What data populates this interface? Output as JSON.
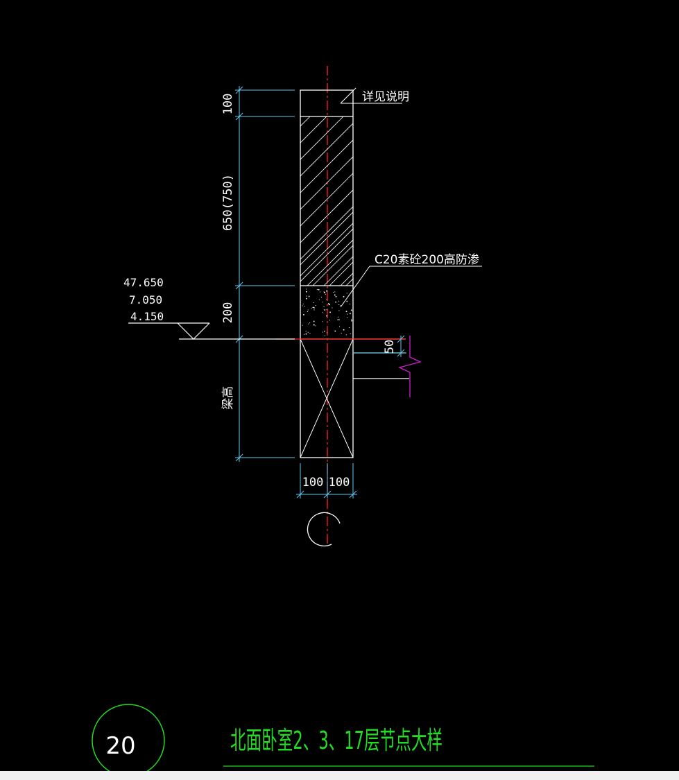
{
  "drawing": {
    "dimensions": {
      "top": "100",
      "middle": "650(750)",
      "lower": "200",
      "bottom": "梁高",
      "slab_offset": "50",
      "width_left": "100",
      "width_right": "100"
    },
    "labels": {
      "detail_note": "详见说明",
      "upstand_note": "C20素砼200高防渗"
    },
    "elevations": [
      "47.650",
      "7.050",
      "4.150"
    ],
    "detail_number": "20",
    "title": "北面卧室2、3、17层节点大样"
  },
  "colors": {
    "background": "#000000",
    "outline": "#ffffff",
    "dimension": "#5fc8f0",
    "centerline": "#ff2020",
    "title_green": "#22dd22",
    "break_line": "#d020d0"
  }
}
